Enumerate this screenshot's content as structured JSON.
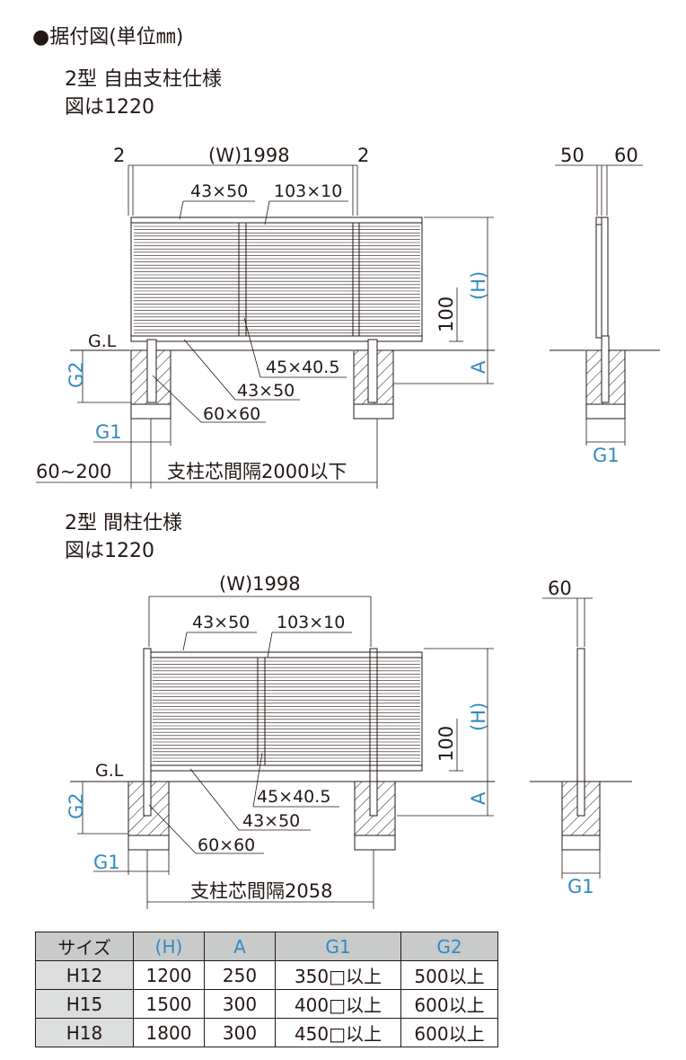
{
  "title": "●据付図(単位㎜)",
  "sections": [
    {
      "heading": "2型 自由支柱仕様",
      "note": "図は1220",
      "labels": {
        "left_offset": "2",
        "width": "(W)1998",
        "right_offset": "2",
        "rail": "43×50",
        "slat": "103×10",
        "bottom_rail": "45×40.5",
        "lower_rail": "43×50",
        "post": "60×60",
        "gl": "G.L",
        "height": "(H)",
        "gap": "100",
        "a": "A",
        "g1": "G1",
        "g2": "G2",
        "range": "60~200",
        "pitch": "支柱芯間隔2000以下",
        "side_dim1": "50",
        "side_dim2": "60",
        "side_g1": "G1"
      }
    },
    {
      "heading": "2型 間柱仕様",
      "note": "図は1220",
      "labels": {
        "width": "(W)1998",
        "rail": "43×50",
        "slat": "103×10",
        "bottom_rail": "45×40.5",
        "lower_rail": "43×50",
        "post": "60×60",
        "gl": "G.L",
        "height": "(H)",
        "gap": "100",
        "a": "A",
        "g1": "G1",
        "g2": "G2",
        "pitch": "支柱芯間隔2058",
        "side_dim": "60",
        "side_g1": "G1"
      }
    }
  ],
  "table": {
    "headers": [
      "サイズ",
      "(H)",
      "A",
      "G1",
      "G2"
    ],
    "rows": [
      [
        "H12",
        "1200",
        "250",
        "350□以上",
        "500以上"
      ],
      [
        "H15",
        "1500",
        "300",
        "400□以上",
        "600以上"
      ],
      [
        "H18",
        "1800",
        "300",
        "450□以上",
        "600以上"
      ]
    ]
  },
  "colors": {
    "line": "#231815",
    "dimension_blue": "#2e8bc9",
    "header_gray": "#c9caca"
  }
}
